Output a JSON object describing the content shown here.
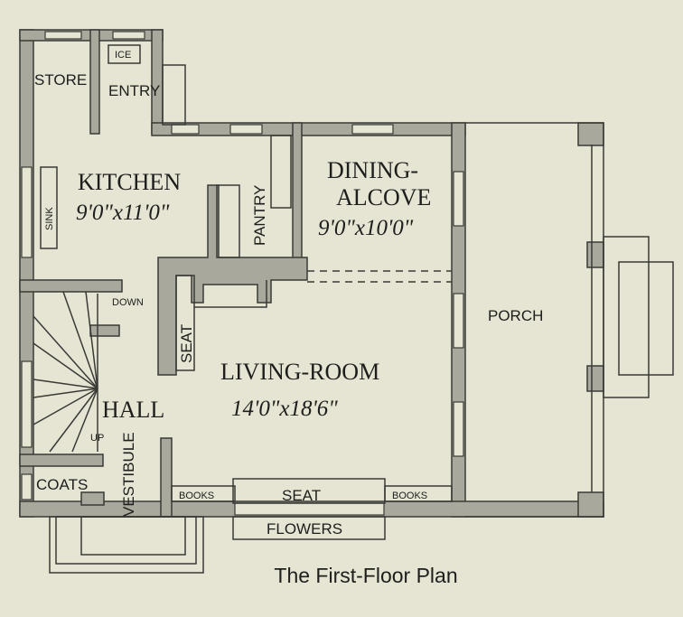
{
  "caption": "The First-Floor Plan",
  "rooms": {
    "store": "STORE",
    "ice": "ICE",
    "entry": "ENTRY",
    "kitchen": "KITCHEN",
    "kitchen_dim": "9'0\"x11'0\"",
    "sink": "SINK",
    "pantry": "PANTRY",
    "dining": "DINING-",
    "alcove": "ALCOVE",
    "dining_dim": "9'0\"x10'0\"",
    "porch": "PORCH",
    "down": "DOWN",
    "up": "UP",
    "seat_fireplace": "SEAT",
    "living": "LIVING-ROOM",
    "living_dim": "14'0\"x18'6\"",
    "hall": "HALL",
    "vestibule": "VESTIBULE",
    "coats": "COATS",
    "books_left": "BOOKS",
    "seat_window": "SEAT",
    "books_right": "BOOKS",
    "flowers": "FLOWERS"
  }
}
